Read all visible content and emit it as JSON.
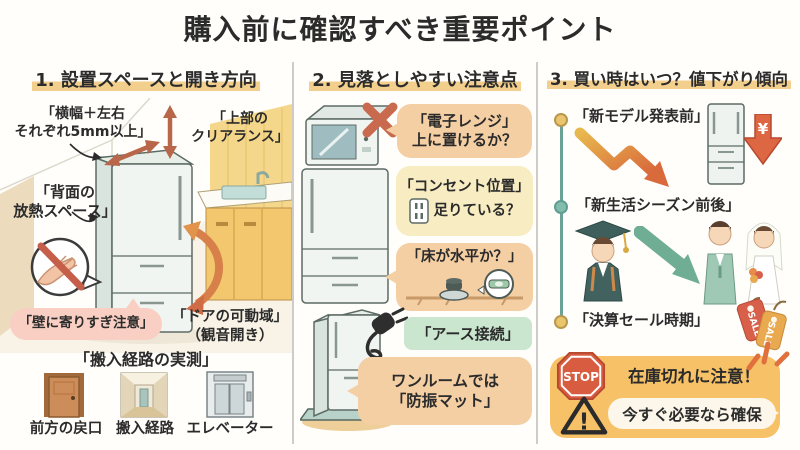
{
  "title": "購入前に確認すべき重要ポイント",
  "col1": {
    "heading": "1. 設置スペースと開き方向",
    "label_width_side": "「横幅＋左右\nそれぞれ5mm以上」",
    "label_top_clearance": "「上部の\nクリアランス」",
    "label_back_space": "「背面の\n放熱スペース」",
    "bubble_wall_caution": "「壁に寄りすぎ注意」",
    "label_door_range": "「ドアの可動域」\n（観音開き）",
    "section_route": "「搬入経路の実測」",
    "captions": [
      "前方の戻口",
      "搬入経路",
      "エレベーター"
    ]
  },
  "col2": {
    "heading": "2. 見落としやすい注意点",
    "bubble_microwave": "「電子レンジ」\n上に置けるか？",
    "bubble_outlet_title": "「コンセント位置」",
    "bubble_outlet_q": "足りている？",
    "bubble_floor_title": "「床が水平か？」",
    "label_earth": "「アース接続」",
    "bubble_mat": "ワンルームでは\n「防振マット」"
  },
  "col3": {
    "heading": "3. 買い時はいつ？値下がり傾向",
    "timeline": [
      "「新モデル発表前」",
      "「新生活シーズン前後」",
      "「決算セール時期」"
    ],
    "yen": "¥",
    "sale": "SALE",
    "stop": "STOP",
    "warn_mark": "!",
    "stock_warning": "在庫切れに注意！",
    "stock_action": "今すぐ必要なら確保"
  },
  "colors": {
    "heading_highlight": "#f3cf8d",
    "bubble_peach": "#f5cfa4",
    "bubble_pale_yellow": "#f8ecc2",
    "bubble_pink": "#f8cfc2",
    "box_green": "#cbe6cf",
    "box_orange": "#f7c167",
    "stop_red": "#d85c40",
    "cross_red": "#c96a4e",
    "measure_arrow": "#b9674a",
    "timeline_teal": "#6aa396",
    "bullet_gold": "#e9c56d",
    "sale_tag_red": "#d8604a",
    "sale_tag_orange": "#e9a94f",
    "wall_yellow": "#f4d78a",
    "cabinet_yellow": "#f2c76e"
  }
}
